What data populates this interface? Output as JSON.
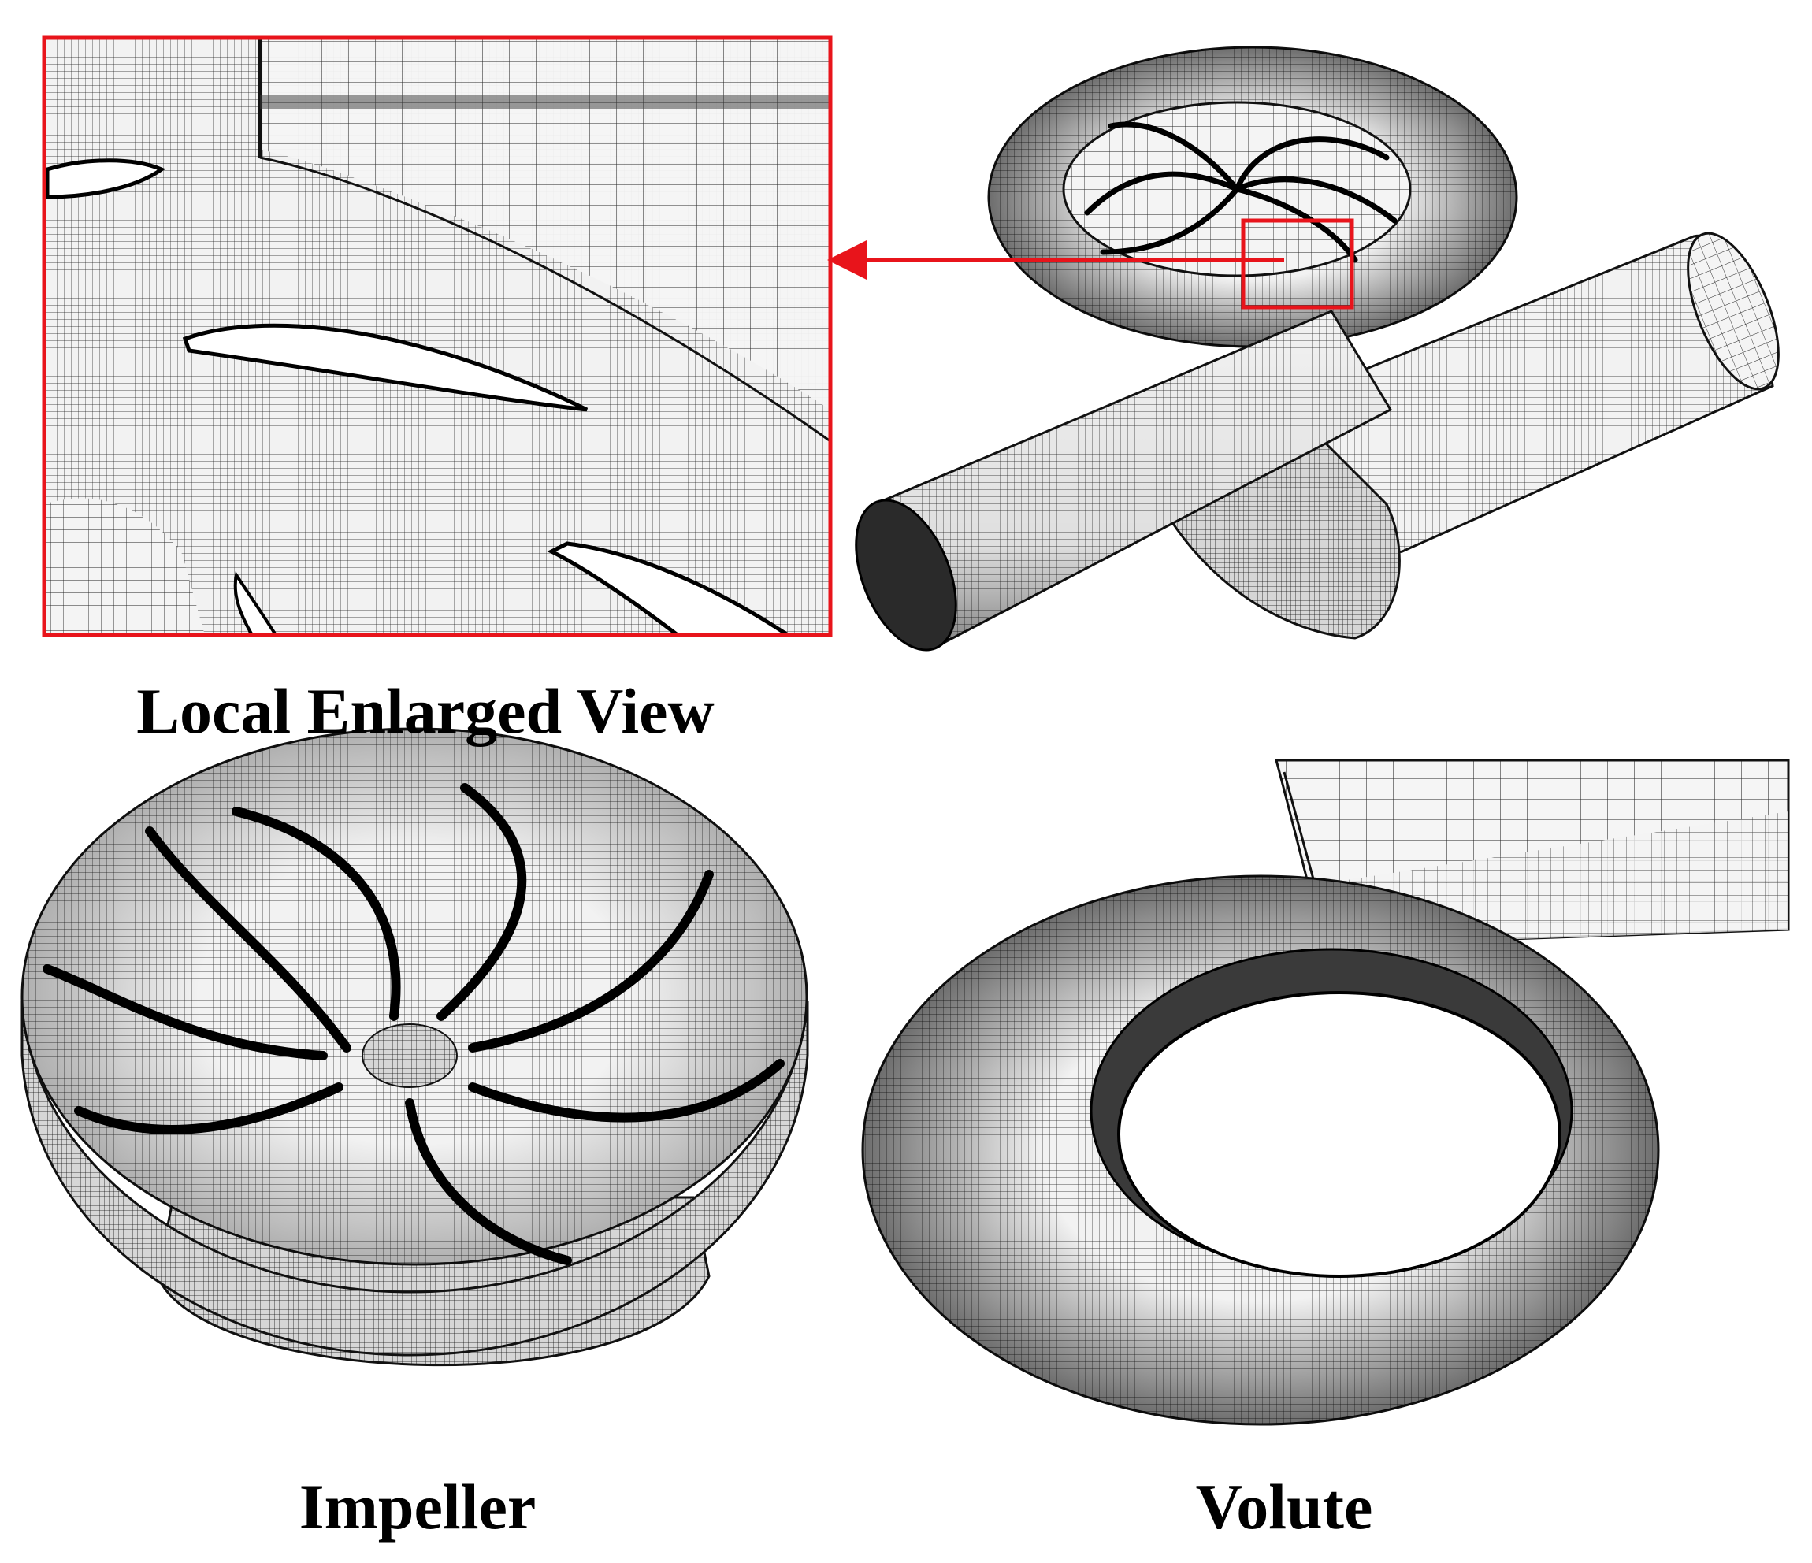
{
  "captions": {
    "local_view": "Local Enlarged View",
    "impeller": "Impeller",
    "volute": "Volute"
  },
  "colors": {
    "highlight": "#e8141b",
    "mesh_line": "#1a1a1a",
    "surface": "#f2f2f2",
    "shadow": "#2a2a2a"
  }
}
